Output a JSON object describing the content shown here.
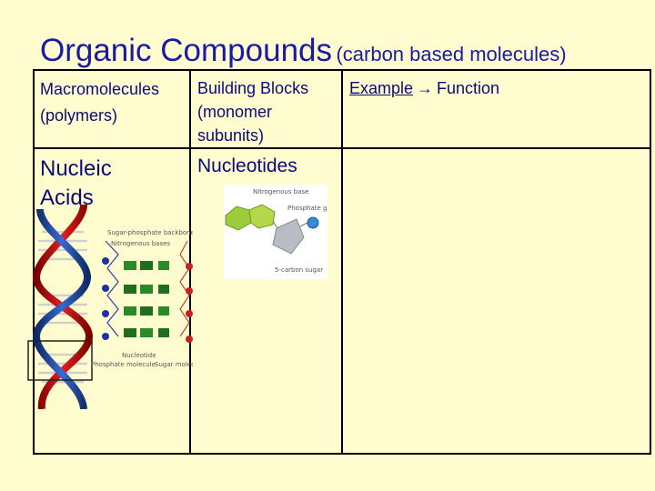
{
  "title": {
    "main": "Organic Compounds",
    "sub": "(carbon based molecules)"
  },
  "table": {
    "headers": {
      "col1_line1": "Macromolecules",
      "col1_line2": "(polymers)",
      "col2_line1": "Building Blocks",
      "col2_line2": "(monomer",
      "col2_line3": "subunits)",
      "col3_example": "Example",
      "col3_arrow": "→",
      "col3_function": "Function"
    },
    "rows": [
      {
        "macromolecule_line1": "Nucleic",
        "macromolecule_line2": "Acids",
        "building_block": "Nucleotides"
      }
    ]
  },
  "figures": {
    "dna_diagram": {
      "labels": [
        "Sugar-phosphate backbone",
        "Nitrogenous bases",
        "Nucleotide",
        "Phosphate molecule",
        "Sugar molecule"
      ]
    },
    "nucleotide_diagram": {
      "labels": [
        "Nitrogenous base",
        "Phosphate group",
        "5-carbon sugar"
      ]
    }
  },
  "colors": {
    "background": "#fffdd0",
    "title_text": "#1a1aa6",
    "body_text": "#0a0a78",
    "rule": "#000000"
  }
}
